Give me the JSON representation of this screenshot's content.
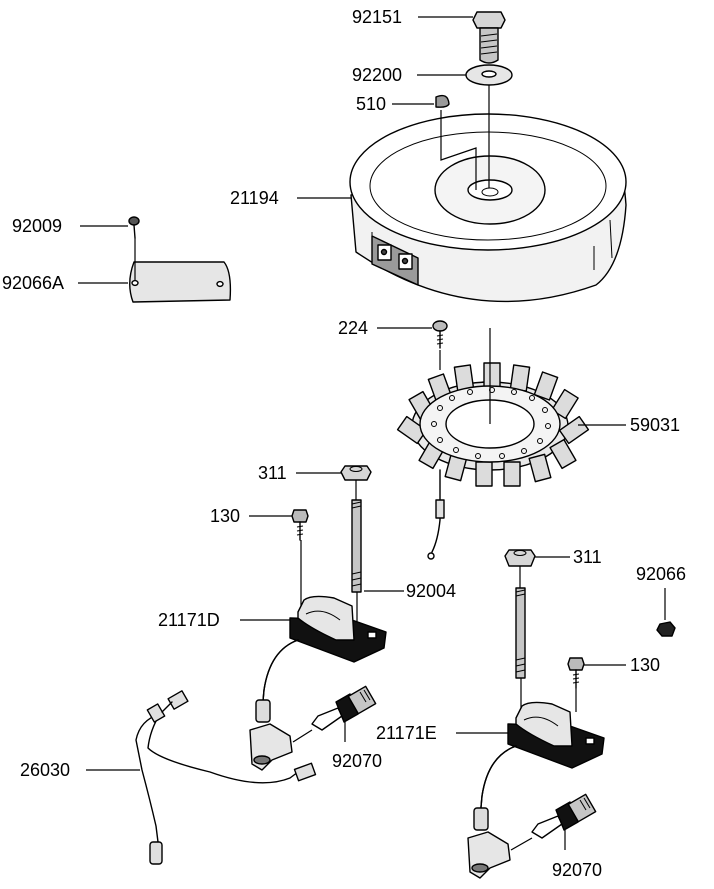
{
  "labels": {
    "bolt_top": "92151",
    "washer_top": "92200",
    "key": "510",
    "flywheel": "21194",
    "screw_plate": "92009",
    "plate": "92066A",
    "screw_stator": "224",
    "stator": "59031",
    "nut_left": "311",
    "bolt_left": "130",
    "stud_left": "92004",
    "coil_left": "21171D",
    "nut_right": "311",
    "nut_small": "92066",
    "bolt_right": "130",
    "spark_plug_left": "92070",
    "coil_right": "21171E",
    "harness": "26030",
    "spark_plug_right": "92070"
  }
}
